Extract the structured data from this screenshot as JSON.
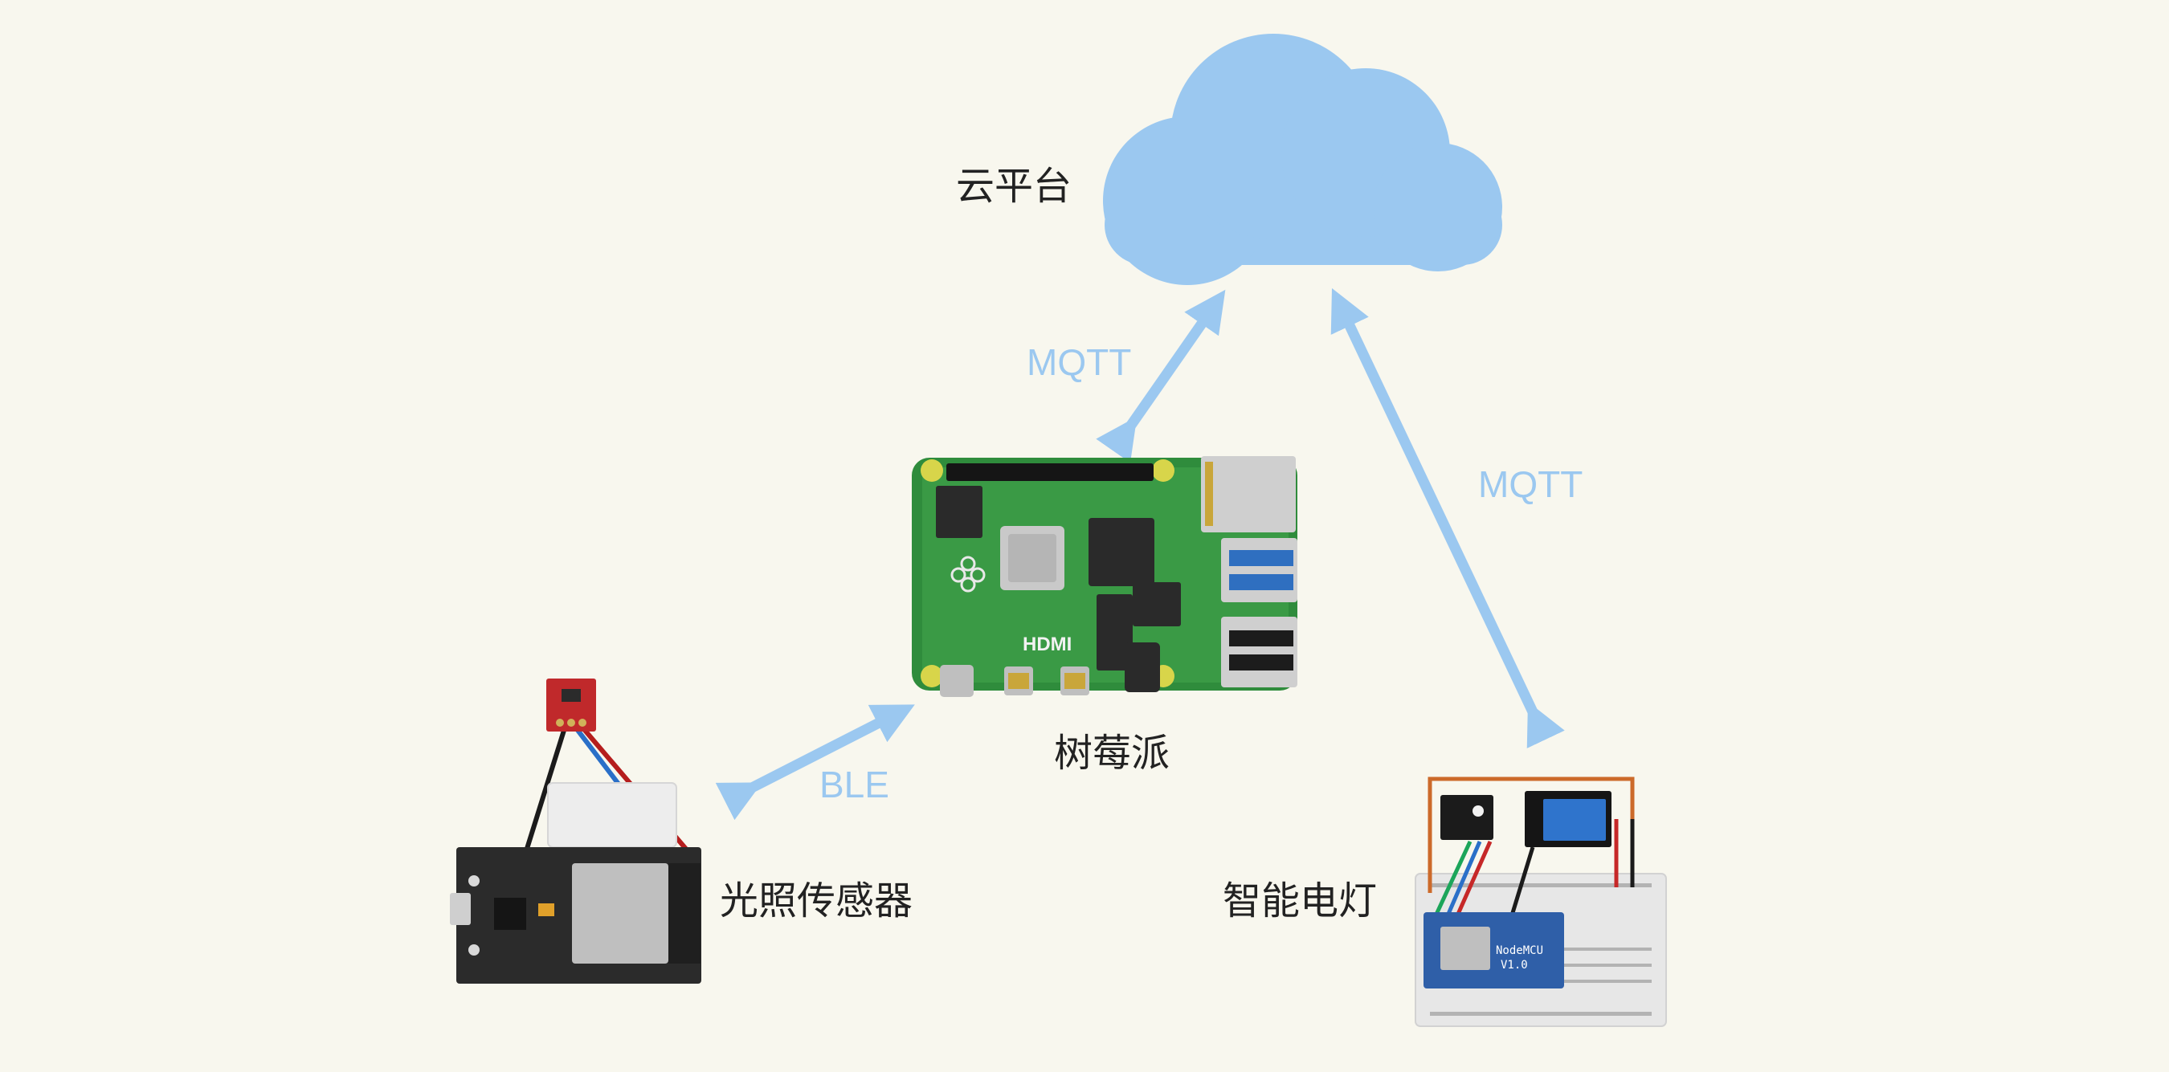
{
  "nodes": {
    "cloud": {
      "label": "云平台"
    },
    "raspberry_pi": {
      "label": "树莓派"
    },
    "light_sensor": {
      "label": "光照传感器"
    },
    "smart_light": {
      "label": "智能电灯"
    }
  },
  "links": {
    "pi_cloud": {
      "protocol": "MQTT"
    },
    "light_cloud": {
      "protocol": "MQTT"
    },
    "sensor_pi": {
      "protocol": "BLE"
    }
  },
  "board_text": {
    "hdmi": "HDMI",
    "nodemcu": "NodeMCU",
    "nodemcu_version": "V1.0"
  },
  "colors": {
    "background": "#f8f7ee",
    "cloud": "#9bc8f0",
    "arrow": "#9bc8f0",
    "pcb_green": "#2f8c3c",
    "esp_board": "#2b2b2b",
    "sensor_red": "#c0292b",
    "relay_blue": "#2f5fa8"
  }
}
